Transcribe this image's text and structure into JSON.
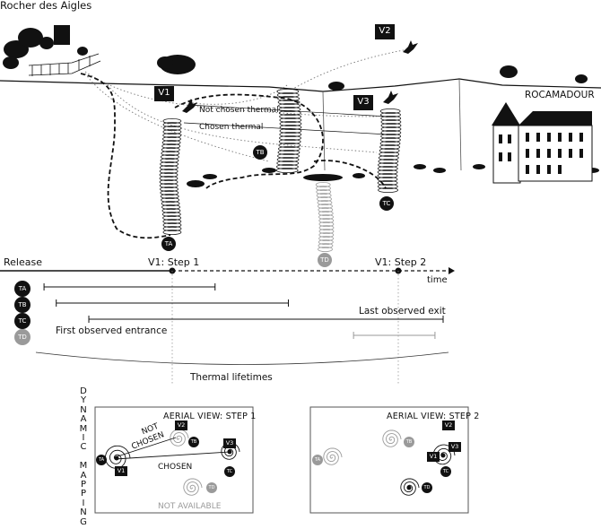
{
  "scene": {
    "place_left": "Rocher des Aigles",
    "place_right": "ROCAMADOUR",
    "vultures": [
      "V1",
      "V2",
      "V3"
    ],
    "thermals": [
      "TA",
      "TB",
      "TC",
      "TD"
    ],
    "not_chosen_label": "Not chosen thermal",
    "chosen_label": "Chosen thermal"
  },
  "timeline": {
    "release": "Release",
    "step1": "V1: Step 1",
    "step2": "V1: Step 2",
    "time": "time",
    "last_exit": "Last observed exit",
    "first_entrance": "First observed entrance",
    "lifetimes": "Thermal lifetimes",
    "rows": [
      {
        "thermal": "TA",
        "start": 0.02,
        "end": 0.44
      },
      {
        "thermal": "TB",
        "start": 0.05,
        "end": 0.62
      },
      {
        "thermal": "TC",
        "start": 0.13,
        "end": 1.0
      },
      {
        "thermal": "TD",
        "start": 0.78,
        "end": 0.98
      }
    ],
    "colors": {
      "active": "#111111",
      "inactive": "#9a9a9a"
    }
  },
  "dynamic_mapping": [
    "D",
    "Y",
    "N",
    "A",
    "M",
    "I",
    "C",
    " ",
    "M",
    "A",
    "P",
    "P",
    "I",
    "N",
    "G"
  ],
  "panel1": {
    "title": "AERIAL VIEW: STEP 1",
    "not_chosen": [
      "NOT",
      "CHOSEN"
    ],
    "chosen": "CHOSEN",
    "not_available": "NOT AVAILABLE"
  },
  "panel2": {
    "title": "AERIAL VIEW: STEP 2"
  }
}
